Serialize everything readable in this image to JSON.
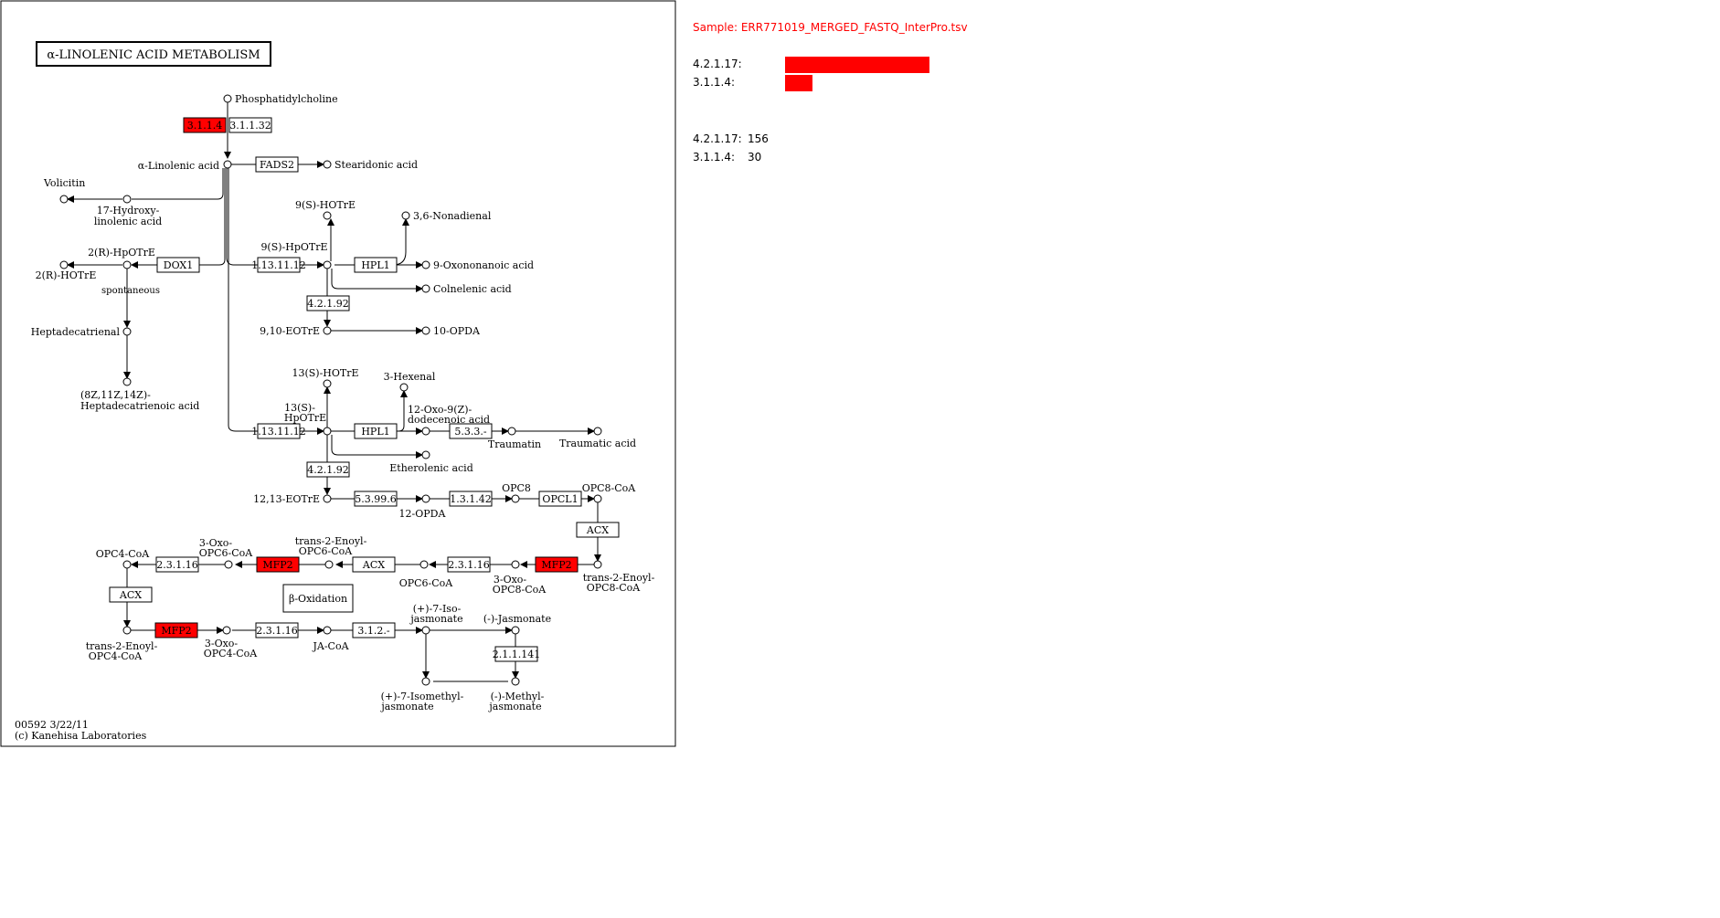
{
  "map": {
    "title": "α-LINOLENIC ACID METABOLISM",
    "footer": {
      "line1": "00592 3/22/11",
      "line2": "(c) Kanehisa Laboratories"
    },
    "box_beta_oxidation": "β-Oxidation",
    "enzymes": {
      "e_3114": "3.1.1.4",
      "e_31132": "3.1.1.32",
      "fads2": "FADS2",
      "dox1": "DOX1",
      "lox_a": "1.13.11.12",
      "hpl_a": "HPL1",
      "aoc_a": "4.2.1.92",
      "lox_b": "1.13.11.12",
      "hpl_b": "HPL1",
      "aoc_b": "4.2.1.92",
      "ec_533": "5.3.3.-",
      "ec_53996": "5.3.99.6",
      "ec_13142": "1.3.1.42",
      "opcl1": "OPCL1",
      "acx_1": "ACX",
      "mfp2_1": "MFP2",
      "ec_23116_1": "2.3.1.16",
      "acx_2": "ACX",
      "mfp2_2": "MFP2",
      "ec_23116_2": "2.3.1.16",
      "acx_3": "ACX",
      "mfp2_3": "MFP2",
      "ec_23116_3": "2.3.1.16",
      "ec_312": "3.1.2.-",
      "ec_211141": "2.1.1.141"
    },
    "compounds": {
      "phosphatidylcholine": "Phosphatidylcholine",
      "alpha_linolenic": "α-Linolenic acid",
      "stearidonic": "Stearidonic acid",
      "volicitin": "Volicitin",
      "hydroxy17_1": "17-Hydroxy-",
      "hydroxy17_2": "linolenic acid",
      "hpotre_2r": "2(R)-HpOTrE",
      "hotre_2r": "2(R)-HOTrE",
      "spontaneous": "spontaneous",
      "heptadecatrienal": "Heptadecatrienal",
      "hepta_acid_1": "(8Z,11Z,14Z)-",
      "hepta_acid_2": "Heptadecatrienoic acid",
      "hotre_9s": "9(S)-HOTrE",
      "hpotre_9s": "9(S)-HpOTrE",
      "nonadienal": "3,6-Nonadienal",
      "oxononanoic": "9-Oxononanoic acid",
      "colnelenic": "Colnelenic acid",
      "eotre_910": "9,10-EOTrE",
      "opda_10": "10-OPDA",
      "hotre_13s": "13(S)-HOTrE",
      "hexenal": "3-Hexenal",
      "hpotre_13s_1": "13(S)-",
      "hpotre_13s_2": "HpOTrE",
      "oxo12_1": "12-Oxo-9(Z)-",
      "oxo12_2": "dodecenoic acid",
      "traumatin": "Traumatin",
      "traumatic": "Traumatic acid",
      "etherolenic": "Etherolenic acid",
      "eotre_1213": "12,13-EOTrE",
      "opda_12": "12-OPDA",
      "opc8": "OPC8",
      "opc8_coa": "OPC8-CoA",
      "trans_opc8_1": "trans-2-Enoyl-",
      "trans_opc8_2": "OPC8-CoA",
      "oxo3_opc8_1": "3-Oxo-",
      "oxo3_opc8_2": "OPC8-CoA",
      "opc6_coa": "OPC6-CoA",
      "trans_opc6_1": "trans-2-Enoyl-",
      "trans_opc6_2": "OPC6-CoA",
      "oxo3_opc6_1": "3-Oxo-",
      "oxo3_opc6_2": "OPC6-CoA",
      "opc4_coa": "OPC4-CoA",
      "trans_opc4_1": "trans-2-Enoyl-",
      "trans_opc4_2": "OPC4-CoA",
      "oxo3_opc4_1": "3-Oxo-",
      "oxo3_opc4_2": "OPC4-CoA",
      "ja_coa": "JA-CoA",
      "iso7_1": "(+)-7-Iso-",
      "iso7_2": "jasmonate",
      "jasmonate": "(-)-Jasmonate",
      "isomethyl_1": "(+)-7-Isomethyl-",
      "isomethyl_2": "jasmonate",
      "methyl_1": "(-)-Methyl-",
      "methyl_2": "jasmonate"
    },
    "highlight_color": "#ff0000"
  },
  "sample": {
    "label": "Sample: ERR771019_MERGED_FASTQ_InterPro.tsv",
    "color": "#ff0000",
    "bars": [
      {
        "ec": "4.2.1.17:",
        "value": 156
      },
      {
        "ec": "3.1.1.4:",
        "value": 30
      }
    ],
    "counts": [
      {
        "ec": "4.2.1.17:",
        "value": "156"
      },
      {
        "ec": "3.1.1.4:",
        "value": "30"
      }
    ]
  }
}
